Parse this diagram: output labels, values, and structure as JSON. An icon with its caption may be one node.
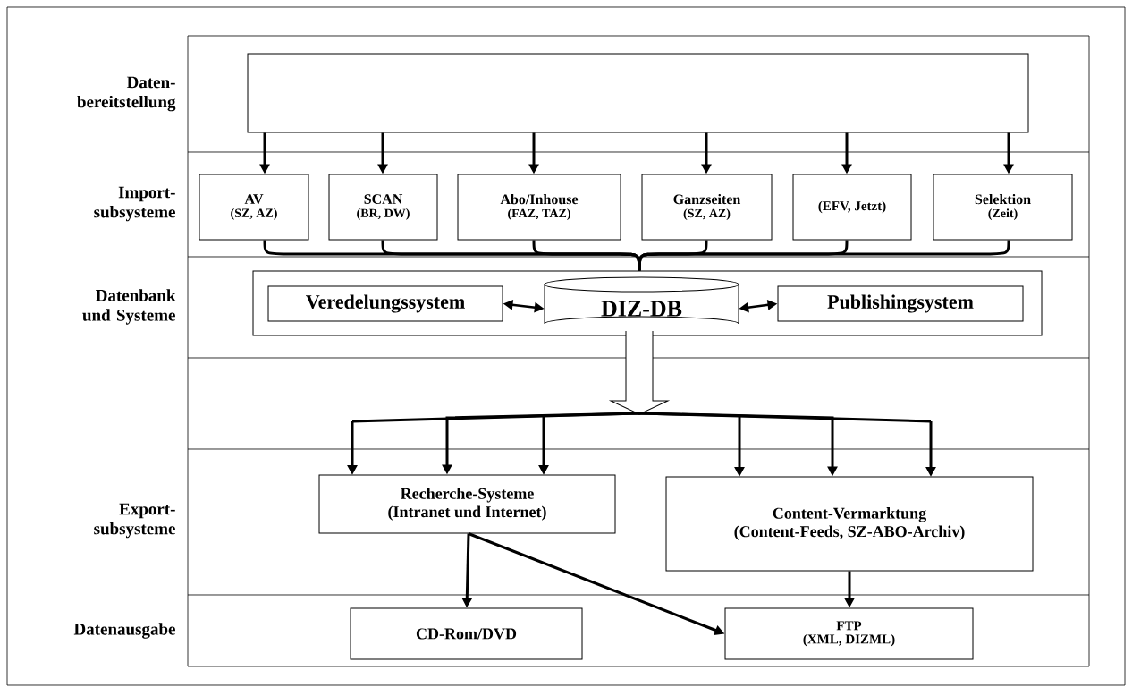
{
  "diagram": {
    "nodes": [
      {
        "text": [],
        "shape": "box"
      },
      {
        "text": [
          "AV",
          "(SZ, AZ)"
        ]
      },
      {
        "text": [
          "SCAN",
          "(BR, DW)"
        ]
      },
      {
        "text": [
          "Abo/Inhouse",
          "(FAZ, TAZ)"
        ]
      },
      {
        "text": [
          "Ganzseiten",
          "(SZ, AZ)"
        ]
      },
      {
        "text": [
          "(EFV, Jetzt)"
        ]
      },
      {
        "text": [
          "Selektion",
          "(Zeit)"
        ]
      },
      {
        "text": [],
        "shape": "box"
      },
      {
        "text": [
          "Veredelungssystem"
        ],
        "in": 7
      },
      {
        "text": [
          "DIZ-DB"
        ],
        "in": 7
      },
      {
        "text": [
          "Publishingsystem"
        ],
        "in": 7
      },
      {
        "text": [
          "Recherche-Systeme",
          "(Intranet und Internet)"
        ]
      },
      {
        "text": [
          "Content-Vermarktung",
          "(Content-Feeds, SZ-ABO-Archiv)"
        ]
      },
      {
        "text": [
          "CD-Rom/DVD"
        ]
      },
      {
        "text": [
          "FTP",
          "(XML, DIZML)"
        ]
      }
    ],
    "edges": [
      {
        "from": 0,
        "to": 1,
        "arrow": "to"
      },
      {
        "from": 0,
        "to": 2,
        "arrow": "to"
      },
      {
        "from": 0,
        "to": 3,
        "arrow": "to"
      },
      {
        "from": 0,
        "to": 4,
        "arrow": "to"
      },
      {
        "from": 0,
        "to": 5,
        "arrow": "to"
      },
      {
        "from": 0,
        "to": 6,
        "arrow": "to"
      },
      {
        "from": 1,
        "to": 7,
        "arrow": "none"
      },
      {
        "from": 2,
        "to": 7,
        "arrow": "none"
      },
      {
        "from": 3,
        "to": 7,
        "arrow": "none"
      },
      {
        "from": 4,
        "to": 7,
        "arrow": "none"
      },
      {
        "from": 5,
        "to": 7,
        "arrow": "none"
      },
      {
        "from": 6,
        "to": 7,
        "arrow": "none"
      },
      {
        "from": 8,
        "to": 9,
        "arrow": "both"
      },
      {
        "from": 9,
        "to": 10,
        "arrow": "both"
      },
      {
        "from": 9,
        "to": 11,
        "arrow": "to"
      },
      {
        "from": 9,
        "to": 12,
        "arrow": "to"
      },
      {
        "from": 11,
        "to": 13,
        "arrow": "to"
      },
      {
        "from": 11,
        "to": 14,
        "arrow": "to"
      },
      {
        "from": 12,
        "to": 14,
        "arrow": "to"
      }
    ],
    "labels": [
      "Daten- bereitstellung",
      "Import- subsysteme",
      "Datenbank und Systeme",
      "Export- subsysteme",
      "Datenausgabe"
    ]
  }
}
